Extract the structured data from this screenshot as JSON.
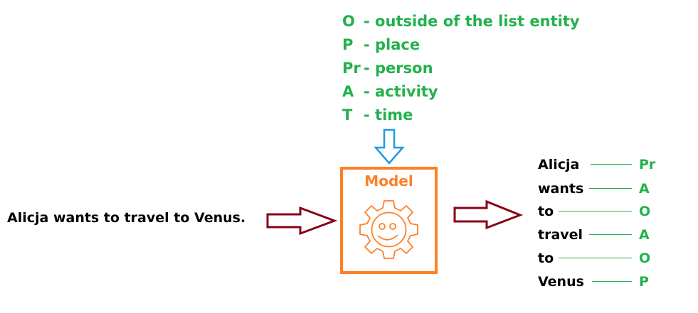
{
  "legend": [
    {
      "code": "O",
      "description": "- outside of the list entity"
    },
    {
      "code": "P",
      "description": "- place"
    },
    {
      "code": "Pr",
      "description": "- person"
    },
    {
      "code": "A",
      "description": "- activity"
    },
    {
      "code": "T",
      "description": "- time"
    }
  ],
  "input_sentence": "Alicja wants to travel to Venus.",
  "model": {
    "label": "Model"
  },
  "output": [
    {
      "token": "Alicja",
      "tag": "Pr"
    },
    {
      "token": "wants",
      "tag": "A"
    },
    {
      "token": "to",
      "tag": "O"
    },
    {
      "token": "travel",
      "tag": "A"
    },
    {
      "token": "to",
      "tag": "O"
    },
    {
      "token": "Venus",
      "tag": "P"
    }
  ],
  "colors": {
    "legend_text": "#22b14c",
    "model_border": "#ff7f27",
    "arrow_down": "#1e9be0",
    "arrow_right": "#880015"
  }
}
